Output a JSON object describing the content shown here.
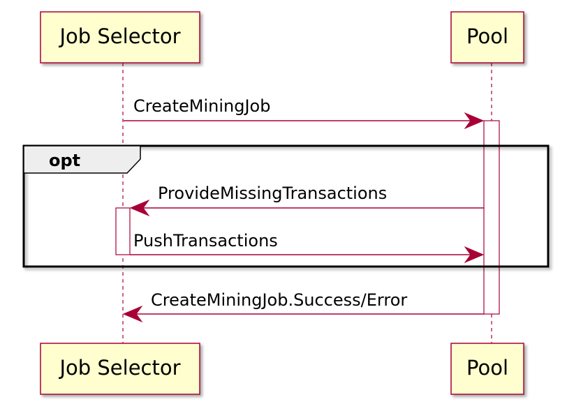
{
  "participants": {
    "job_selector": "Job Selector",
    "pool": "Pool"
  },
  "fragment": {
    "label": "opt"
  },
  "messages": {
    "create_mining_job": "CreateMiningJob",
    "provide_missing_transactions": "ProvideMissingTransactions",
    "push_transactions": "PushTransactions",
    "create_mining_job_result": "CreateMiningJob.Success/Error"
  },
  "colors": {
    "participant_fill": "#fefece",
    "participant_border": "#a80036",
    "line": "#a80036",
    "fragment_tab": "#eeeeee"
  }
}
